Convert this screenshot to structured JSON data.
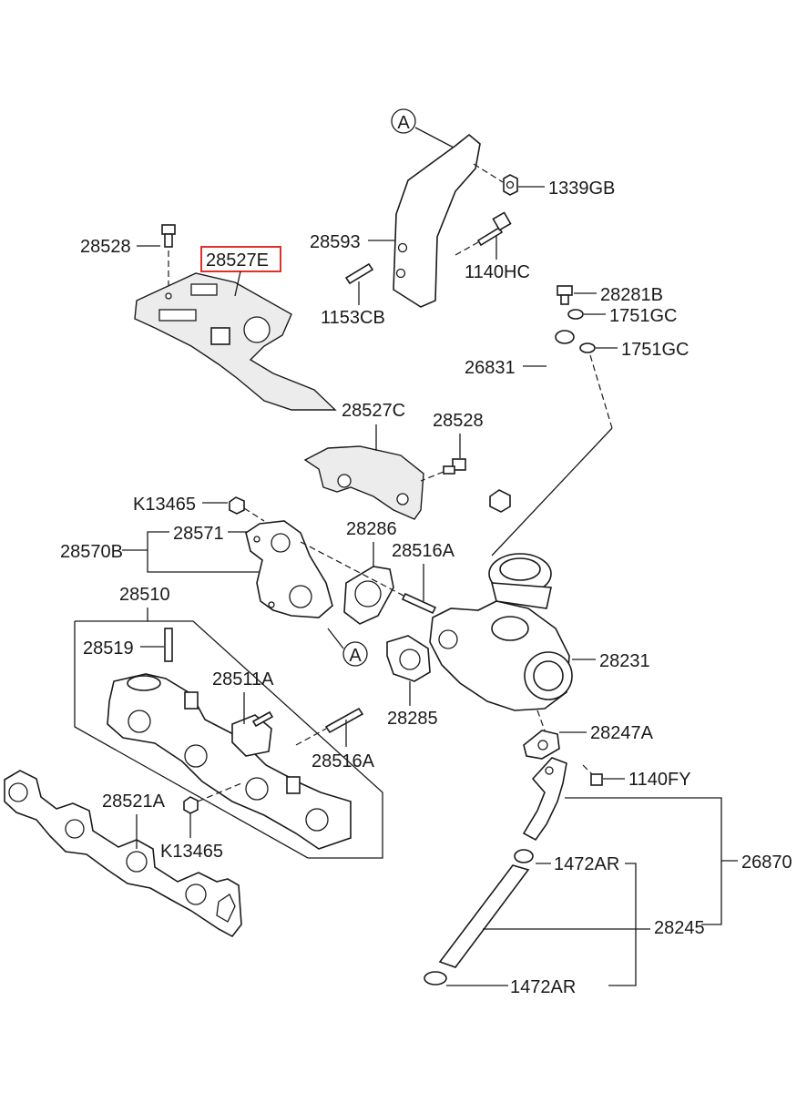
{
  "callout_marker": "A",
  "labels": {
    "p1339GB": "1339GB",
    "p28593": "28593",
    "p28528_top": "28528",
    "p28527E": "28527E",
    "p1140HC": "1140HC",
    "p1153CB": "1153CB",
    "p28281B": "28281B",
    "p1751GC_1": "1751GC",
    "p1751GC_2": "1751GC",
    "p26831": "26831",
    "p28527C": "28527C",
    "p28528_mid": "28528",
    "pK13465_top": "K13465",
    "p28571": "28571",
    "p28286": "28286",
    "p28570B": "28570B",
    "p28516A_top": "28516A",
    "p28510": "28510",
    "p28519": "28519",
    "p28231": "28231",
    "p28511A": "28511A",
    "p28285": "28285",
    "p28247A": "28247A",
    "p28516A_bot": "28516A",
    "p1140FY": "1140FY",
    "p28521A": "28521A",
    "pK13465_bot": "K13465",
    "p26870": "26870",
    "p1472AR_top": "1472AR",
    "p28245": "28245",
    "p1472AR_bot": "1472AR"
  },
  "highlighted_part": "28527E",
  "colors": {
    "highlight": "#e0302a",
    "line": "#1a1a1a"
  }
}
